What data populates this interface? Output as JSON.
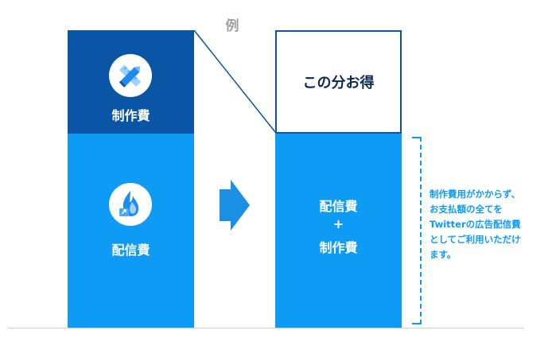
{
  "example_label": "例",
  "left_column": {
    "top_block": {
      "label": "制作費",
      "icon": "pencil-ruler-icon",
      "color": "#0a55a6"
    },
    "bottom_block": {
      "label": "配信費",
      "icon": "flame-icon",
      "color": "#0d9bf5"
    }
  },
  "right_column": {
    "top_block": {
      "label": "この分お得",
      "border_color": "#0a55a6"
    },
    "bottom_block": {
      "line1": "配信費",
      "plus": "+",
      "line2": "制作費",
      "color": "#0d9bf5"
    }
  },
  "note": {
    "lines": [
      "制作費用がかからず、",
      "お支払額の全てを",
      "Twitterの広告配信費",
      "としてご利用いただけ",
      "ます。"
    ],
    "color": "#0d9bf5"
  },
  "arrow": {
    "icon": "right-arrow-icon",
    "color": "#1a8fe3"
  }
}
